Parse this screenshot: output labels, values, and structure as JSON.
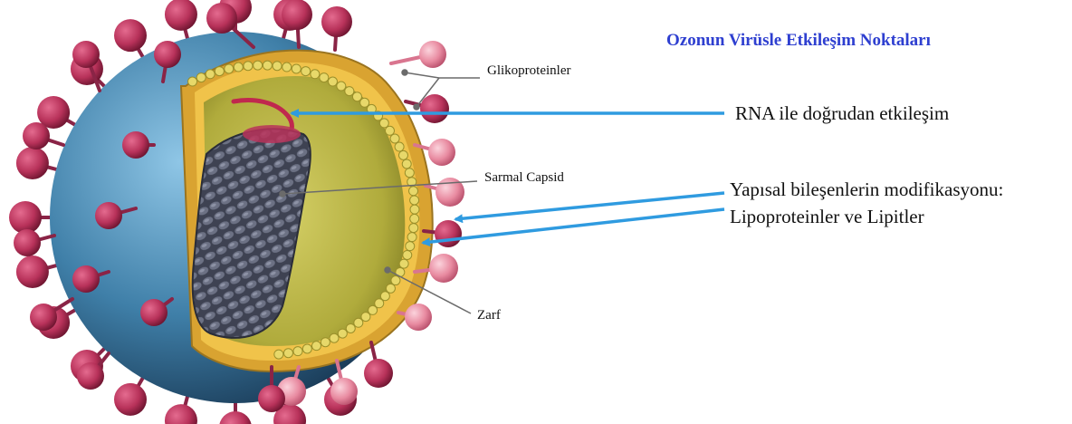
{
  "title": "Ozonun Virüsle Etkileşim Noktaları",
  "labels": {
    "glycoproteins": "Glikoproteinler",
    "capsid": "Sarmal Capsid",
    "envelope": "Zarf",
    "rna_interaction": "RNA ile doğrudan etkileşim",
    "modification_line1": "Yapısal bileşenlerin modifikasyonu:",
    "modification_line2": "Lipoproteinler ve Lipitler"
  },
  "colors": {
    "title": "#2e3fd0",
    "arrow": "#2f9be0",
    "sphere": "#3f7fa8",
    "spike": "#b8325a",
    "spike_light": "#e88aa0",
    "interior": "#b0ab3c",
    "membrane": "#e9b43a",
    "capsid": "#4a4e5e"
  }
}
